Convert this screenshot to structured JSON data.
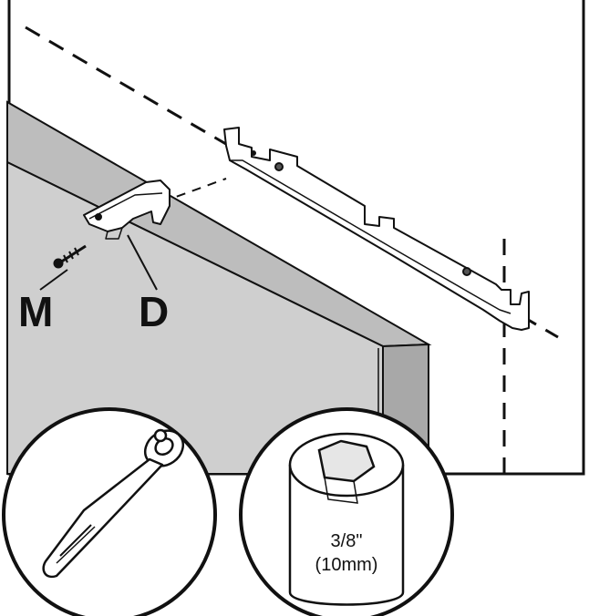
{
  "labels": {
    "screw_part": "M",
    "bracket_part": "D"
  },
  "socket": {
    "size_imperial": "3/8\"",
    "size_metric": "(10mm)"
  },
  "icons": {
    "wrench": "ratchet-wrench-icon",
    "socket": "hex-socket-icon"
  },
  "colors": {
    "line": "#111111",
    "wall": "#ffffff",
    "shelf_front": "#cfcfcf",
    "shelf_top": "#bdbdbd",
    "shelf_side": "#9e9e9e"
  }
}
